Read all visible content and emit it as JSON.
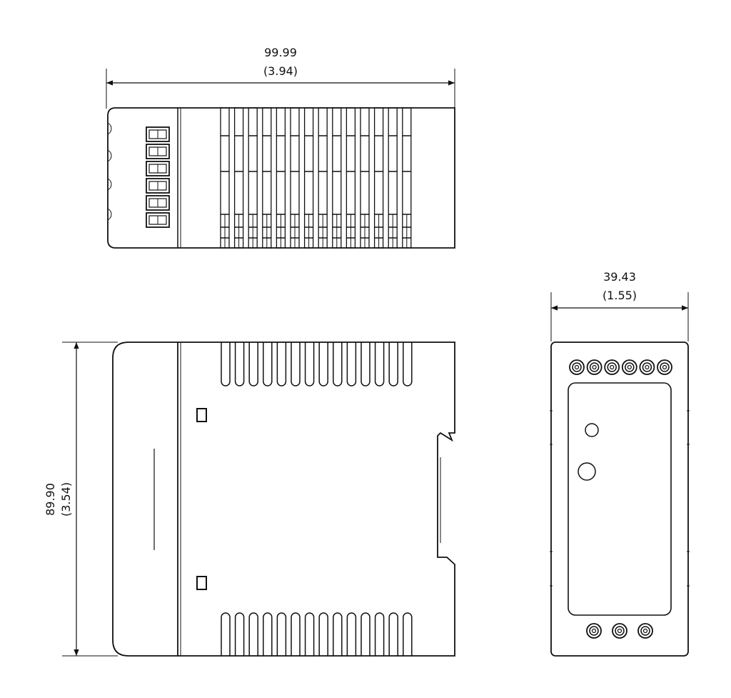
{
  "dimensions": {
    "width": {
      "mm": "99.99",
      "inch": "(3.94)"
    },
    "height": {
      "mm": "89.90",
      "inch": "(3.54)"
    },
    "depth": {
      "mm": "39.43",
      "inch": "(1.55)"
    }
  },
  "colors": {
    "line": "#111111",
    "background": "#ffffff"
  },
  "terminals": {
    "top_count": 6,
    "bottom_count": 3
  }
}
